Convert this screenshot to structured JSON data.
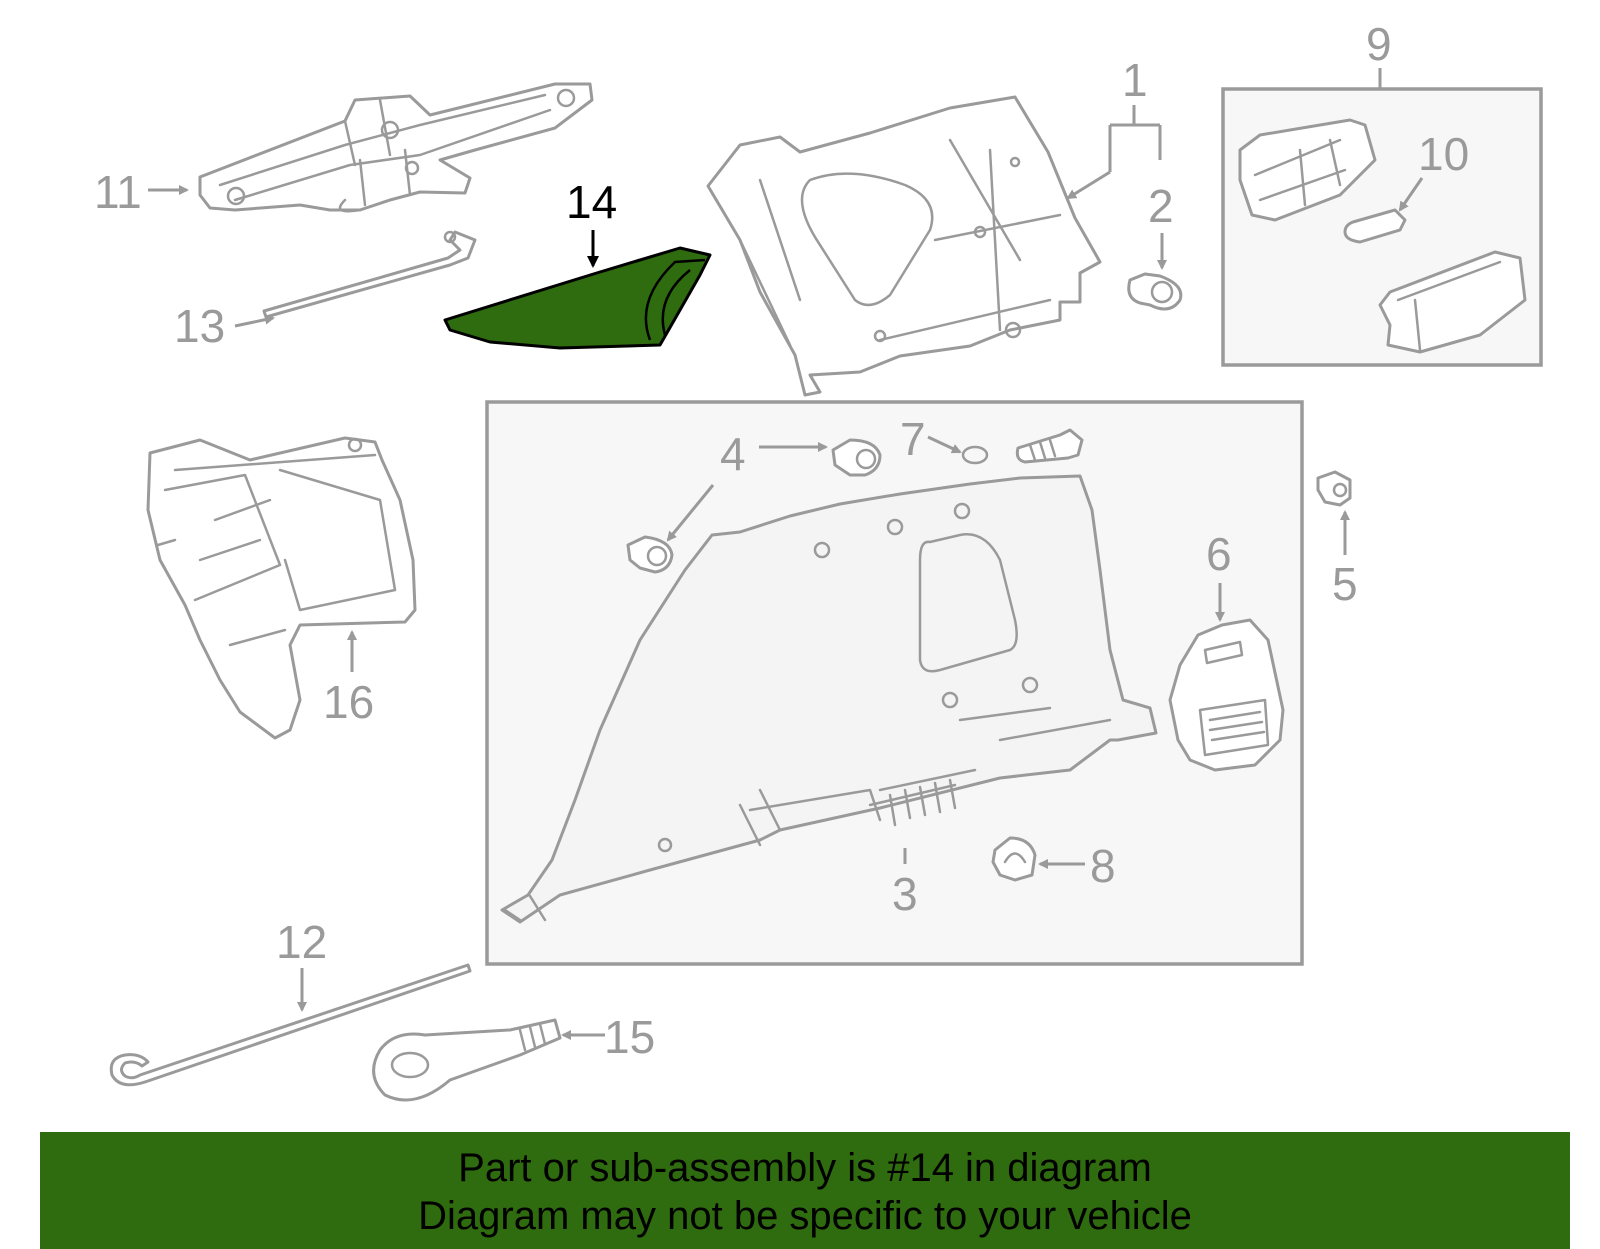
{
  "colors": {
    "highlight_fill": "#2f6b0f",
    "banner_bg": "#2f6b0f",
    "line_gray": "#9a9a9a",
    "group_box_fill": "#f7f7f7"
  },
  "callouts": {
    "c1": "1",
    "c2": "2",
    "c3": "3",
    "c4": "4",
    "c5": "5",
    "c6": "6",
    "c7": "7",
    "c8": "8",
    "c9": "9",
    "c10": "10",
    "c11": "11",
    "c12": "12",
    "c13": "13",
    "c14": "14",
    "c15": "15",
    "c16": "16"
  },
  "highlighted_part": "14",
  "banner": {
    "line1": "Part or sub-assembly is #14 in diagram",
    "line2": "Diagram may not be specific to your vehicle"
  }
}
